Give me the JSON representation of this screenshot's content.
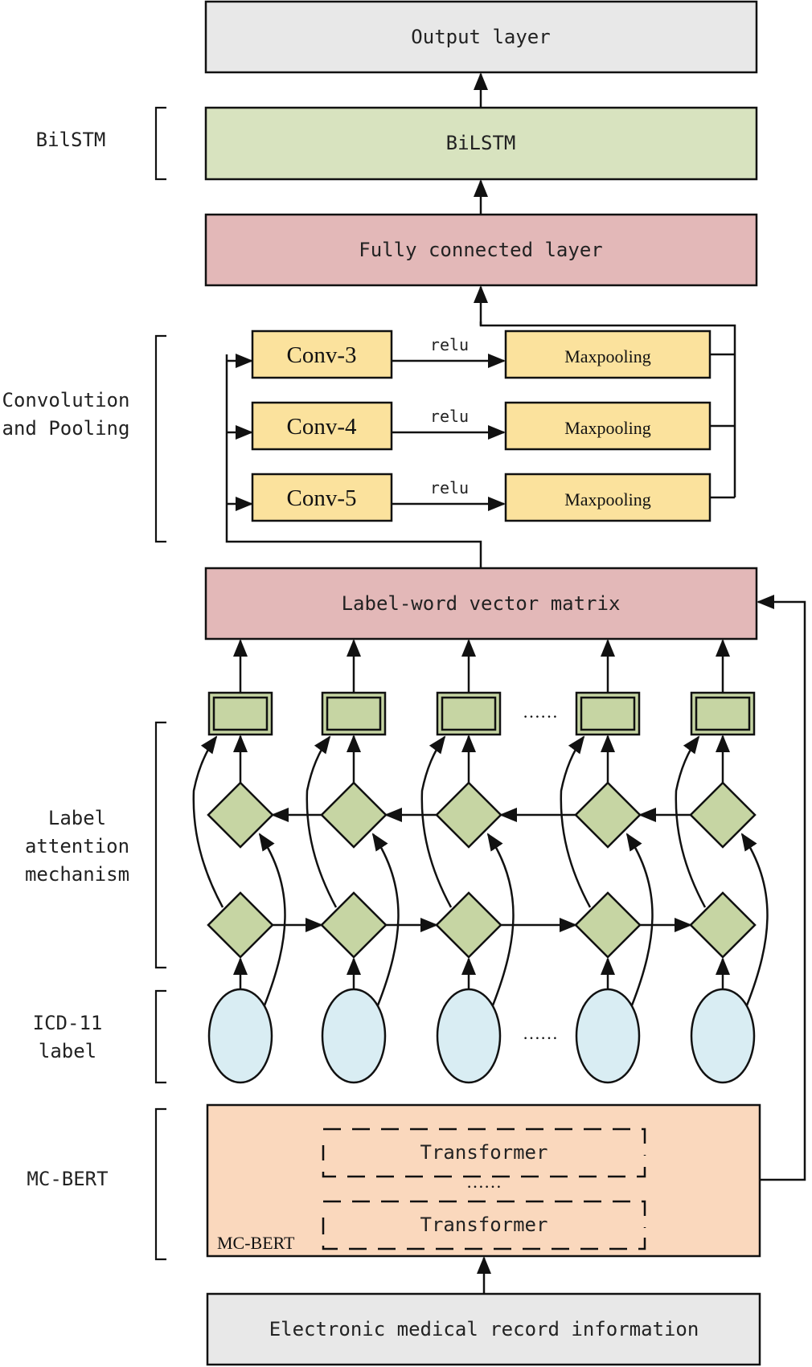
{
  "colors": {
    "output_fill": "#e8e8e8",
    "bilstm_fill": "#d8e3bf",
    "fc_fill": "#e3b8b8",
    "conv_fill": "#fbe29d",
    "matrix_fill": "#e3b8b8",
    "attention_fill": "#c6d5a3",
    "label_fill": "#d9edf3",
    "bert_fill": "#fad8bd",
    "input_fill": "#e8e8e8"
  },
  "blocks": {
    "output": "Output layer",
    "bilstm": "BiLSTM",
    "fully_connected": "Fully connected layer",
    "label_word_matrix": "Label-word vector matrix",
    "input": "Electronic medical record information"
  },
  "conv_pool": {
    "rows": [
      {
        "conv": "Conv-3",
        "activation": "relu",
        "pool": "Maxpooling"
      },
      {
        "conv": "Conv-4",
        "activation": "relu",
        "pool": "Maxpooling"
      },
      {
        "conv": "Conv-5",
        "activation": "relu",
        "pool": "Maxpooling"
      }
    ]
  },
  "ellipsis": "……",
  "mc_bert": {
    "inner_label": "MC-BERT",
    "transformers": [
      "Transformer",
      "Transformer"
    ],
    "between": "……"
  },
  "side_labels": {
    "bilstm": [
      "BilSTM"
    ],
    "conv_pool": [
      "Convolution",
      "and Pooling"
    ],
    "attention": [
      "Label",
      "attention",
      "mechanism"
    ],
    "icd": [
      "ICD-11",
      "label"
    ],
    "mc_bert": [
      "MC-BERT"
    ]
  },
  "columns": 5
}
